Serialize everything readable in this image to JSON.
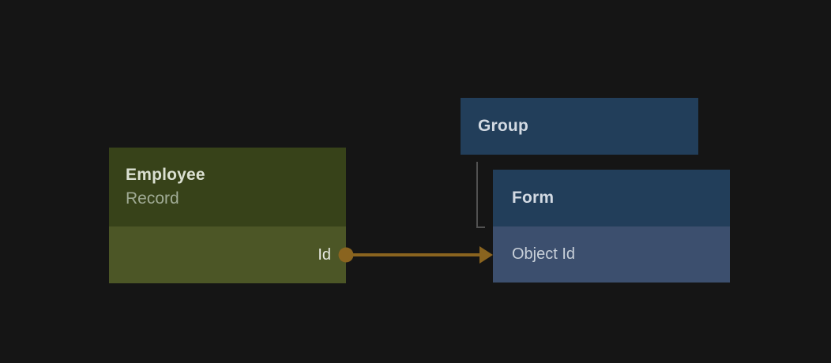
{
  "canvas": {
    "background": "#151515"
  },
  "nodes": {
    "employee": {
      "title": "Employee",
      "subtitle": "Record",
      "field": "Id",
      "colors": {
        "header": "#374219",
        "row": "#4c5626",
        "title": "#dbe0d2",
        "subtitle": "#a0ab95",
        "field": "#e6e8e0"
      }
    },
    "group": {
      "title": "Group",
      "colors": {
        "header": "#223e5a",
        "title": "#d3dae3"
      }
    },
    "form": {
      "title": "Form",
      "field": "Object Id",
      "colors": {
        "header": "#223e5a",
        "row": "#3c4f6e",
        "title": "#d3dae3",
        "field": "#c8d0d9"
      }
    }
  },
  "edges": {
    "employee_to_form": {
      "from_field": "Id",
      "to_field": "Object Id",
      "color": "#8a641f"
    },
    "group_to_form": {
      "color": "#515151"
    }
  }
}
